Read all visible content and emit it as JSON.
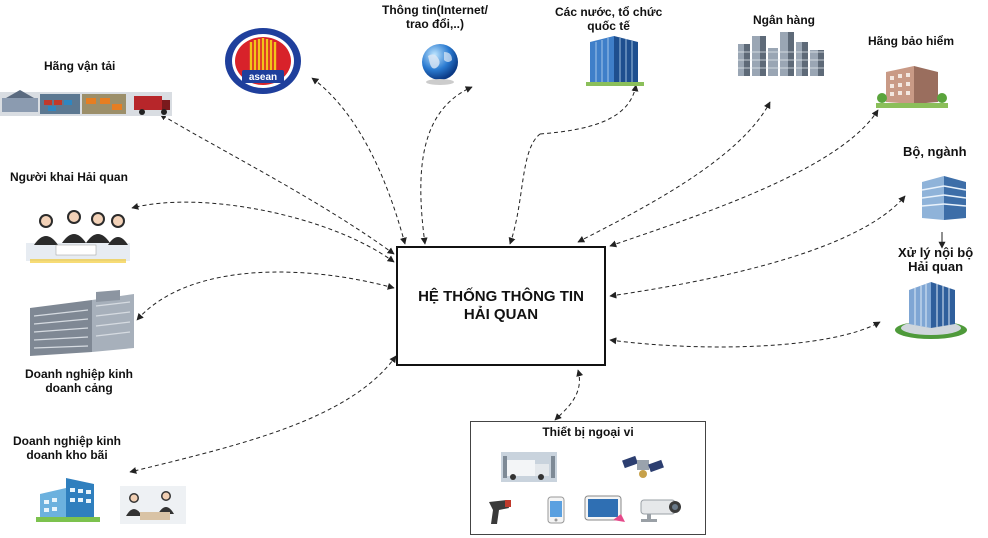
{
  "center": {
    "line1": "HỆ THỐNG THÔNG TIN",
    "line2": "HẢI QUAN"
  },
  "nodes": {
    "asean": {
      "logo_text": "asean"
    },
    "info": {
      "line1": "Thông tin(Internet/",
      "line2": "trao đổi,..)"
    },
    "intl": {
      "line1": "Các nước, tổ chức",
      "line2": "quốc tế"
    },
    "bank": {
      "label": "Ngân hàng"
    },
    "insurance": {
      "label": "Hãng bảo hiểm"
    },
    "ministry": {
      "label": "Bộ, ngành"
    },
    "internal": {
      "line1": "Xử lý nội bộ",
      "line2": "Hải quan"
    },
    "transport": {
      "label": "Hãng vận tải"
    },
    "declarant": {
      "label": "Người khai Hải quan"
    },
    "port": {
      "line1": "Doanh nghiệp kinh",
      "line2": "doanh cảng"
    },
    "warehouse": {
      "line1": "Doanh nghiệp kinh",
      "line2": "doanh kho bãi"
    },
    "peripherals": {
      "label": "Thiết bị ngoại vi"
    }
  },
  "colors": {
    "asean_blue": "#1f3f9c",
    "asean_red": "#d8222a",
    "asean_gold": "#f2c41a",
    "arrow": "#222222"
  }
}
